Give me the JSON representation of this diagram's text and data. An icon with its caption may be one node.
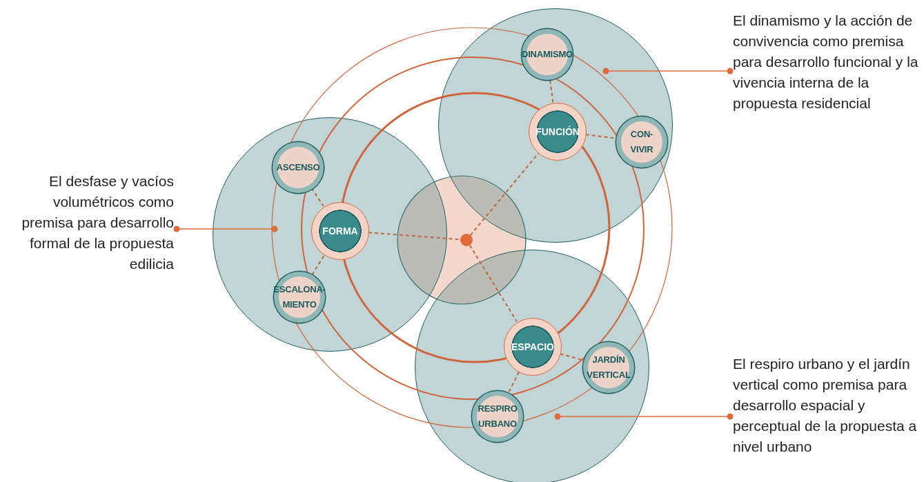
{
  "diagram": {
    "nodes": [
      {
        "text": [],
        "shape": "circle"
      },
      {
        "text": [
          "ASCENSO"
        ],
        "in": 0
      },
      {
        "text": [
          "FORMA"
        ],
        "in": 0
      },
      {
        "text": [
          "ESCALONA- MIENTO"
        ],
        "in": 0
      },
      {
        "text": [],
        "shape": "circle"
      },
      {
        "text": [
          "DINAMISMO"
        ],
        "in": 4
      },
      {
        "text": [
          "FUNCIÓN"
        ],
        "in": 4
      },
      {
        "text": [
          "CON-VIVIR"
        ],
        "in": 4
      },
      {
        "text": [],
        "shape": "circle"
      },
      {
        "text": [],
        "shape": "circle"
      },
      {
        "text": [
          "ESPACIO"
        ],
        "in": 9
      },
      {
        "text": [
          "JARDÍN VERTICAL"
        ],
        "in": 9
      },
      {
        "text": [
          "RESPIRO URBANO"
        ],
        "in": 9
      },
      {
        "text": [
          "El desfase y vacíos volumétricos como premisa para desarrollo formal de la propuesta edilicia"
        ]
      },
      {
        "text": [
          "El dinamismo y la acción de convivencia como premisa para desarrollo funcional y la vivencia interna de la propuesta residencial"
        ]
      },
      {
        "text": [
          "El respiro urbano y el jardín vertical como premisa para desarrollo espacial y perceptual de la propuesta a nivel urbano"
        ]
      }
    ],
    "edges": [
      {
        "from": 1,
        "to": 2,
        "arrow": "none",
        "style": "dashed"
      },
      {
        "from": 3,
        "to": 2,
        "arrow": "none",
        "style": "dashed"
      },
      {
        "from": 2,
        "to": 8,
        "arrow": "none",
        "style": "dashed"
      },
      {
        "from": 8,
        "to": 6,
        "arrow": "none",
        "style": "dashed"
      },
      {
        "from": 6,
        "to": 5,
        "arrow": "none",
        "style": "dashed"
      },
      {
        "from": 6,
        "to": 7,
        "arrow": "none",
        "style": "dashed"
      },
      {
        "from": 8,
        "to": 10,
        "arrow": "none",
        "style": "dashed"
      },
      {
        "from": 10,
        "to": 11,
        "arrow": "none",
        "style": "dashed"
      },
      {
        "from": 10,
        "to": 12,
        "arrow": "none",
        "style": "dashed"
      },
      {
        "from": 13,
        "to": null,
        "arrow": "other"
      },
      {
        "from": null,
        "to": 14,
        "arrow": "other"
      },
      {
        "from": null,
        "to": 15,
        "arrow": "other"
      }
    ]
  }
}
